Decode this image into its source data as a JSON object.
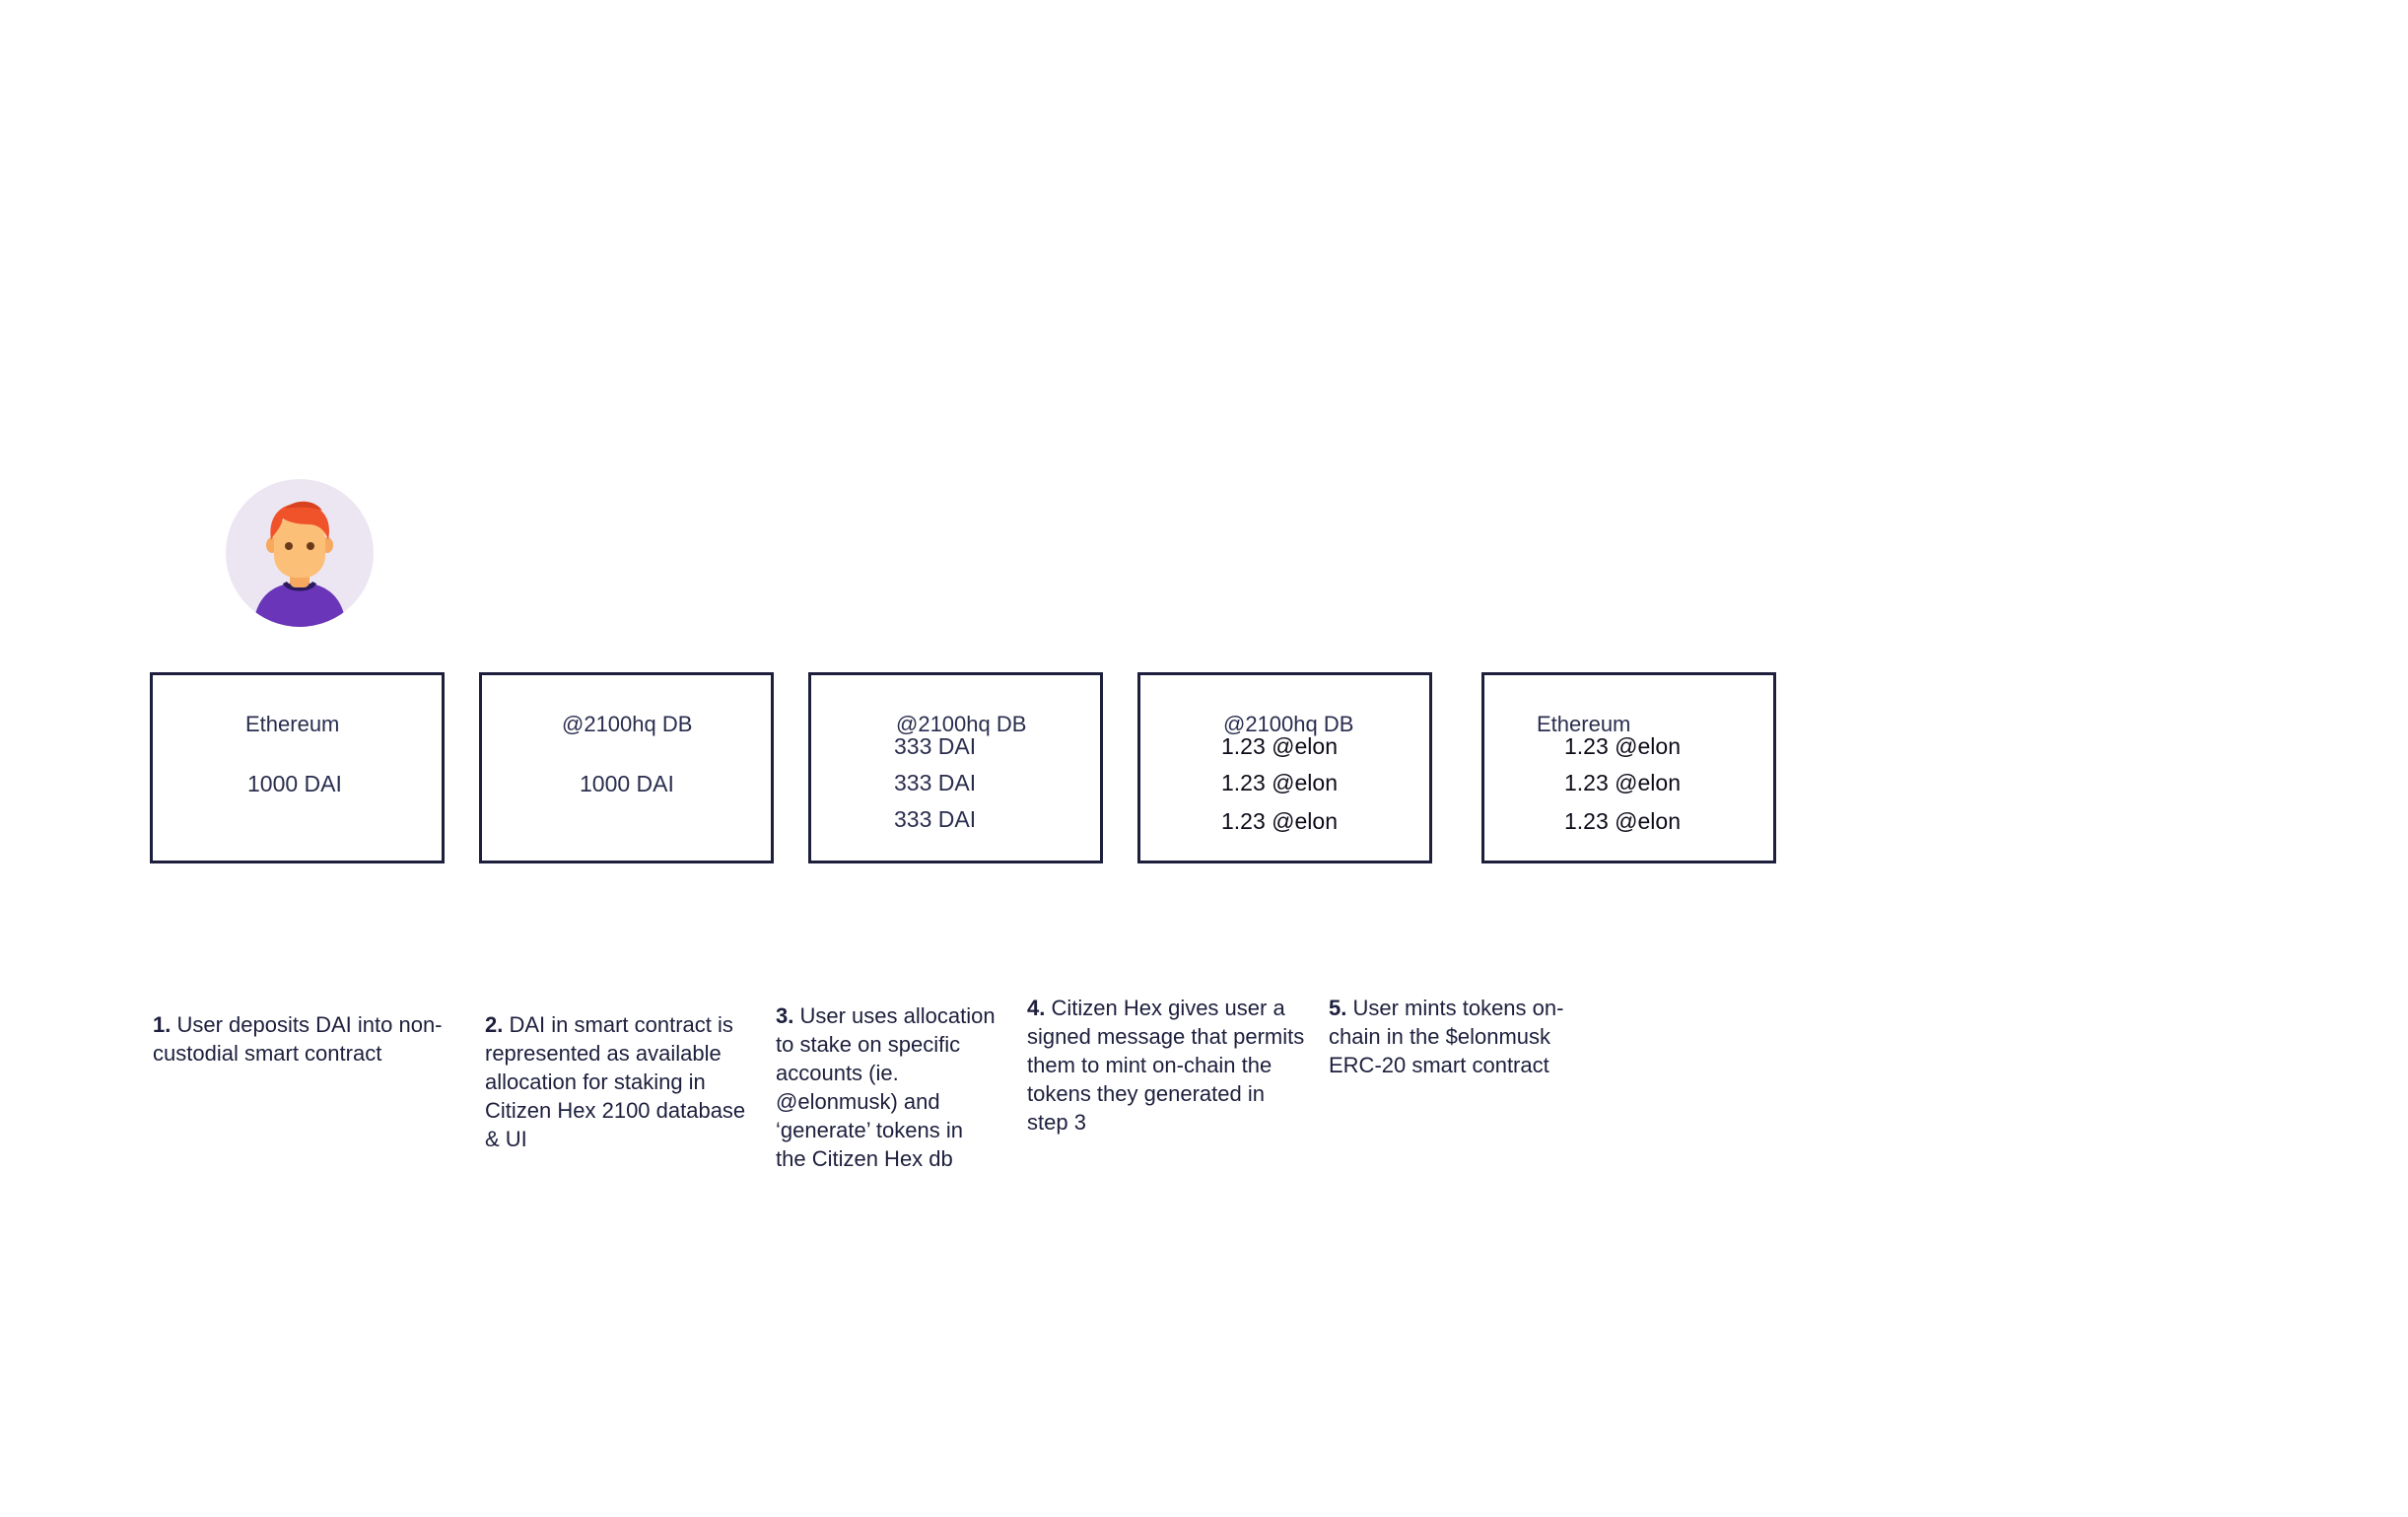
{
  "boxes": [
    {
      "title": "Ethereum",
      "lines": [
        "1000 DAI"
      ]
    },
    {
      "title": "@2100hq DB",
      "lines": [
        "1000 DAI"
      ]
    },
    {
      "title": "@2100hq DB",
      "lines": [
        "333 DAI",
        "333 DAI",
        "333 DAI"
      ]
    },
    {
      "title": "@2100hq DB",
      "lines": [
        "1.23 @elon",
        "1.23 @elon",
        "1.23 @elon"
      ]
    },
    {
      "title": "Ethereum",
      "lines": [
        "1.23 @elon",
        "1.23 @elon",
        "1.23 @elon"
      ]
    }
  ],
  "steps": [
    {
      "number": "1.",
      "text": "User deposits DAI into non-custodial smart contract"
    },
    {
      "number": "2.",
      "text": "DAI in smart contract is represented as available allocation for staking in Citizen Hex 2100 database & UI"
    },
    {
      "number": "3.",
      "text": "User uses allocation to stake on specific accounts (ie. @elonmusk) and ‘generate’ tokens in the Citizen Hex db"
    },
    {
      "number": "4.",
      "text": "Citizen Hex gives user a signed message that permits them to mint on-chain the tokens they generated in step 3"
    },
    {
      "number": "5.",
      "text": "User mints tokens on-chain in the $elonmusk ERC-20 smart contract"
    }
  ],
  "colors": {
    "border": "#1d1f3d",
    "avatar_bg": "#ece6f3",
    "hair": "#f0532a",
    "skin": "#fbbf78",
    "shirt": "#6a35b8"
  },
  "icons": {
    "avatar": "user-avatar-icon"
  }
}
